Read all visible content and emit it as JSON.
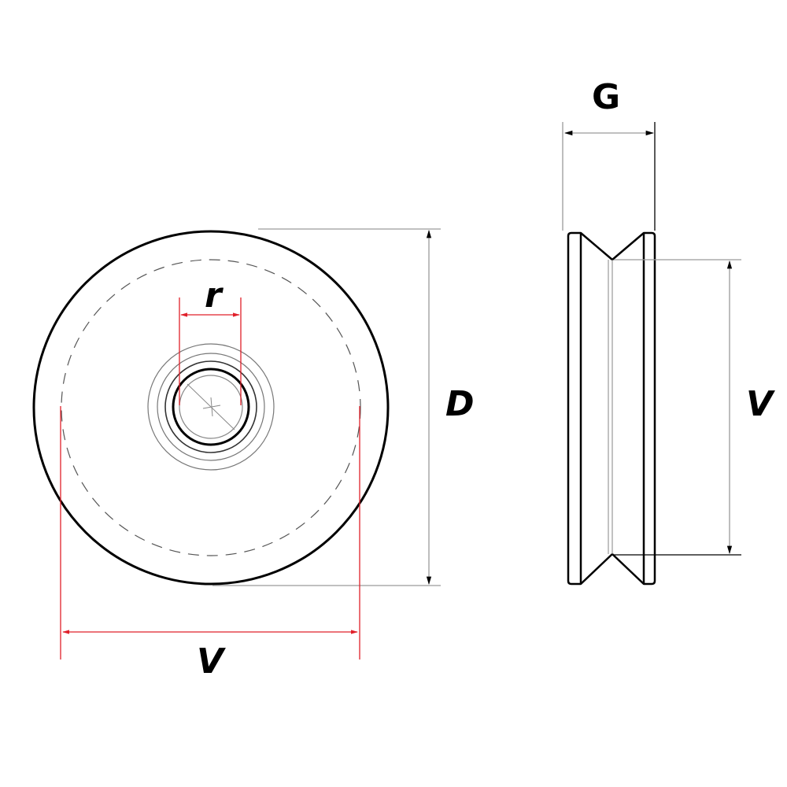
{
  "diagram": {
    "type": "technical-drawing",
    "subject": "V-groove pulley wheel",
    "views": {
      "front": {
        "labels": {
          "bore": "r",
          "outer_diameter": "D",
          "groove_diameter": "V"
        }
      },
      "side": {
        "labels": {
          "width": "G",
          "groove_diameter": "V"
        }
      }
    },
    "colors": {
      "outline": "#000000",
      "dimension_line": "#9a9a9a",
      "highlight_dimension": "#e0202a"
    }
  }
}
